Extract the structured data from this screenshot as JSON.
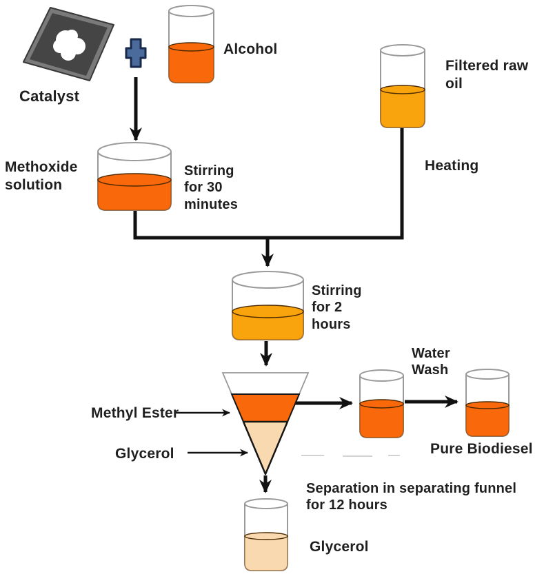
{
  "colors": {
    "orange": "#f9690b",
    "amber": "#f9a30d",
    "peach": "#f9d9b0",
    "line": "#111111",
    "text": "#1f1f1f",
    "glass": "#9a9a9a",
    "plus_fill": "#4b6b9d",
    "plus_stroke": "#19294a",
    "dish_outer": "#7a7a7a",
    "dish_inner": "#454545"
  },
  "nodes": {
    "catalyst": {
      "label": "Catalyst"
    },
    "alcohol": {
      "label": "Alcohol"
    },
    "filtered_raw_oil": {
      "label": "Filtered raw oil"
    },
    "methoxide": {
      "label": "Methoxide solution"
    },
    "stirring_30": {
      "label": "Stirring for 30 minutes"
    },
    "heating": {
      "label": "Heating"
    },
    "stirring_2": {
      "label": "Stirring for 2 hours"
    },
    "water_wash": {
      "label": "Water Wash"
    },
    "methyl_ester": {
      "label": "Methyl Ester"
    },
    "glycerol_layer": {
      "label": "Glycerol"
    },
    "pure_biodiesel": {
      "label": "Pure Biodiesel"
    },
    "separation": {
      "label": "Separation in separating funnel for 12 hours"
    },
    "glycerol_product": {
      "label": "Glycerol"
    }
  }
}
